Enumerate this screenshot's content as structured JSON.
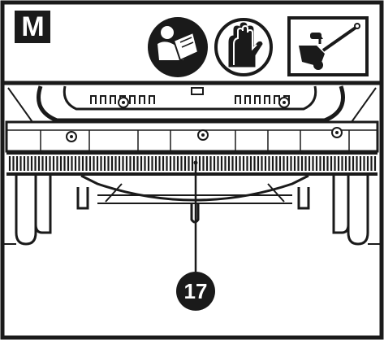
{
  "step": {
    "label": "M"
  },
  "header_icons": [
    {
      "name": "read-manual-icon"
    },
    {
      "name": "gloves-icon"
    },
    {
      "name": "snow-blower-handle-icon"
    }
  ],
  "callouts": [
    {
      "number": "17",
      "target": "rubber-paddle-strip"
    }
  ],
  "colors": {
    "ink": "#1a1a1a",
    "paper": "#ffffff"
  }
}
